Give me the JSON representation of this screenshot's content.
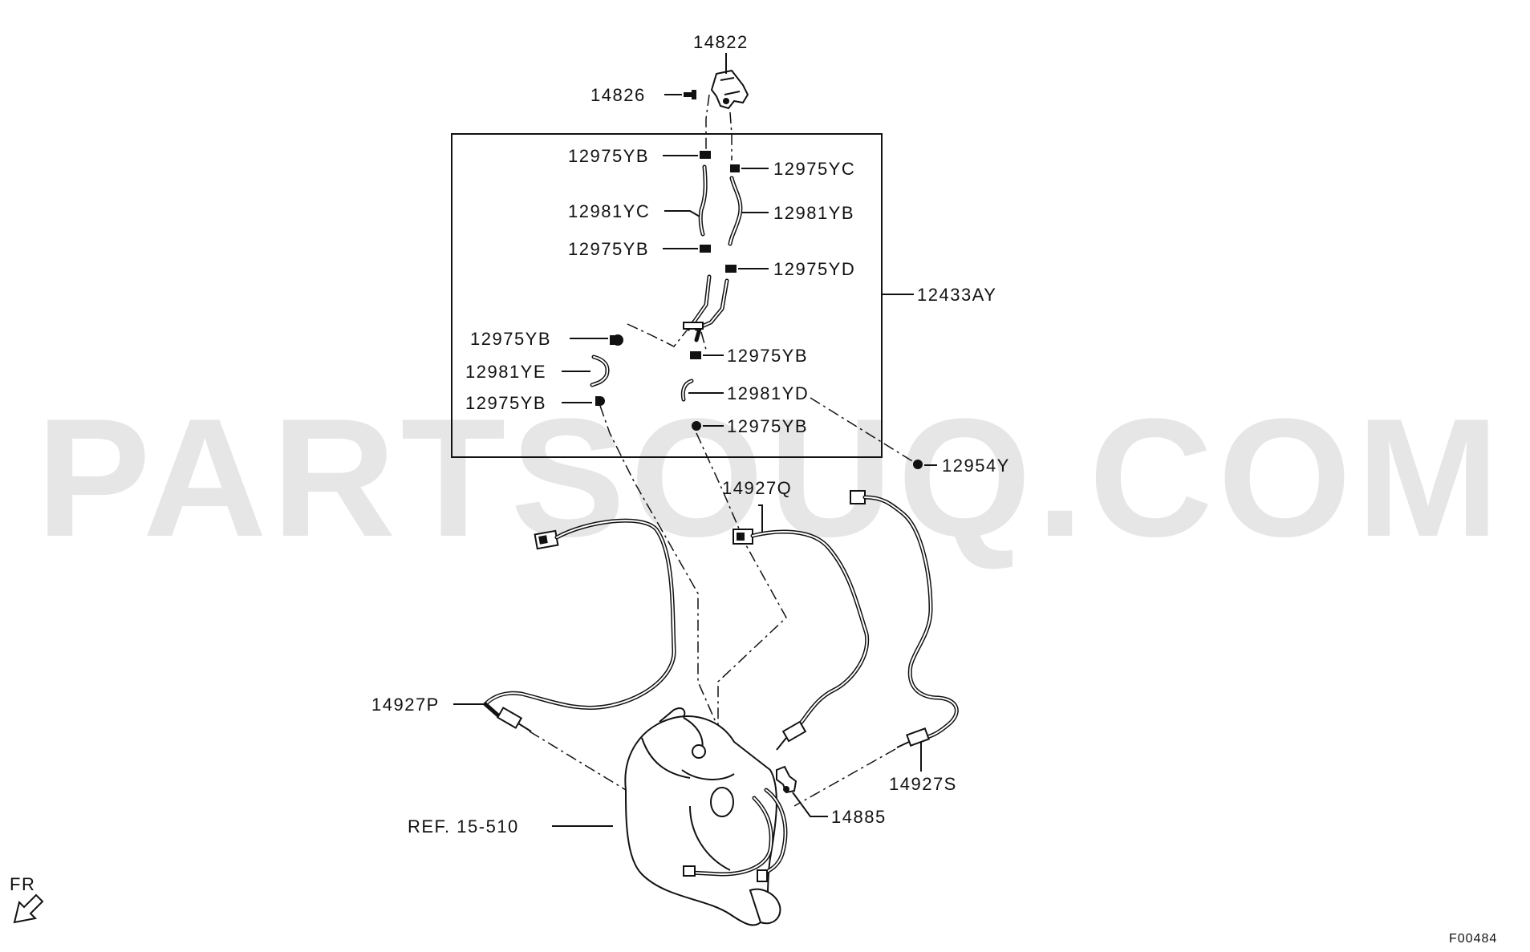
{
  "watermark": "PARTSOUQ.COM",
  "labels": {
    "p14822": "14822",
    "p14826": "14826",
    "p12975YB_1": "12975YB",
    "p12975YC": "12975YC",
    "p12981YC": "12981YC",
    "p12981YB": "12981YB",
    "p12975YB_2": "12975YB",
    "p12975YD": "12975YD",
    "p12433AY": "12433AY",
    "p12975YB_3": "12975YB",
    "p12975YB_4": "12975YB",
    "p12981YE": "12981YE",
    "p12981YD": "12981YD",
    "p12975YB_5": "12975YB",
    "p12975YB_6": "12975YB",
    "p12954Y": "12954Y",
    "p14927Q": "14927Q",
    "p14927P": "14927P",
    "p14927S": "14927S",
    "p14885": "14885",
    "ref": "REF. 15-510"
  },
  "front_marker": "FR",
  "figure_code": "F00484",
  "colors": {
    "line": "#111111",
    "watermark": "#e6e6e6",
    "background": "#ffffff"
  }
}
